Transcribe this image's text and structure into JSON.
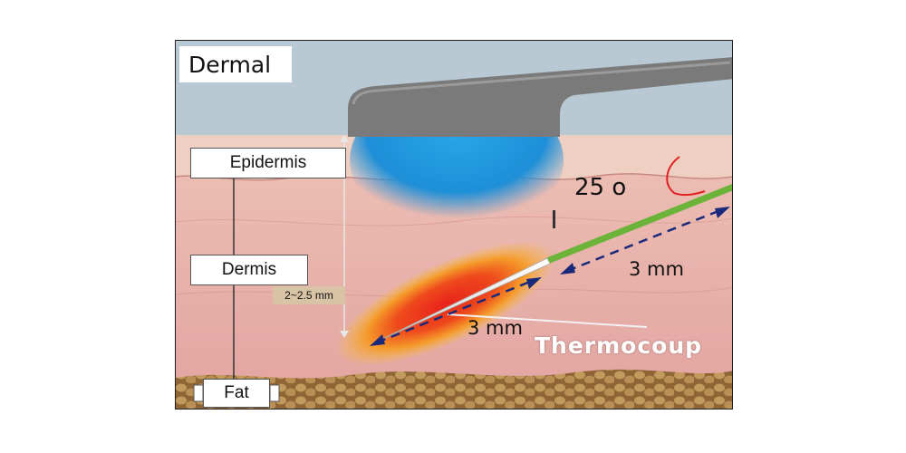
{
  "title": "Dermal",
  "layers": {
    "epidermis": "Epidermis",
    "dermis": "Dermis",
    "fat": "Fat"
  },
  "depth_label": "2~2.5 mm",
  "angle_label": "25 o",
  "tip_length_label": "3 mm",
  "insertion_length_label": "3 mm",
  "thermocouple_label": "Thermocoup",
  "colors": {
    "sky": "#b9c9d3",
    "skin": "#e8b1aa",
    "epidermis": "#f0cfc3",
    "fat": "#b3874e",
    "probe": "#7a7a7a",
    "cooling": "#1e9be0",
    "needle": "#6cb33a",
    "heat": "#e8231b",
    "arrow": "#1a2a7a",
    "angle_arc": "#e02020"
  }
}
